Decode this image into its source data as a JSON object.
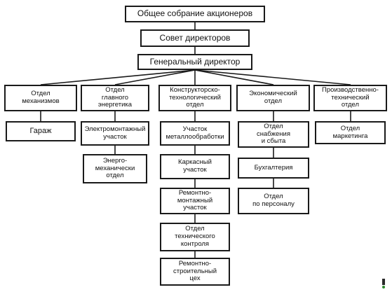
{
  "org_chart": {
    "level1": "Общее собрание акционеров",
    "level2": "Совет директоров",
    "level3": "Генеральный директор",
    "departments": [
      {
        "label": "Отдел\nмеханизмов",
        "units": [
          "Гараж"
        ]
      },
      {
        "label": "Отдел\nглавного\nэнергетика",
        "units": [
          "Электромонтажный\nучасток",
          "Энерго-\nмеханически\nотдел"
        ]
      },
      {
        "label": "Конструкторско-\nтехнологический\nотдел",
        "units": [
          "Участок\nметаллообработки",
          "Каркасный\nучасток",
          "Ремонтно-\nмонтажный\nучасток",
          "Отдел\nтехнического\nконтроля",
          "Ремонтно-\nстроительный\nцех"
        ]
      },
      {
        "label": "Экономический\nотдел",
        "units": [
          "Отдел\nснабжения\nи сбыта",
          "Бухгалтерия",
          "Отдел\nпо персоналу"
        ]
      },
      {
        "label": "Производственно-\nтехнический\nотдел",
        "units": [
          "Отдел\nмаркетинга"
        ]
      }
    ]
  }
}
